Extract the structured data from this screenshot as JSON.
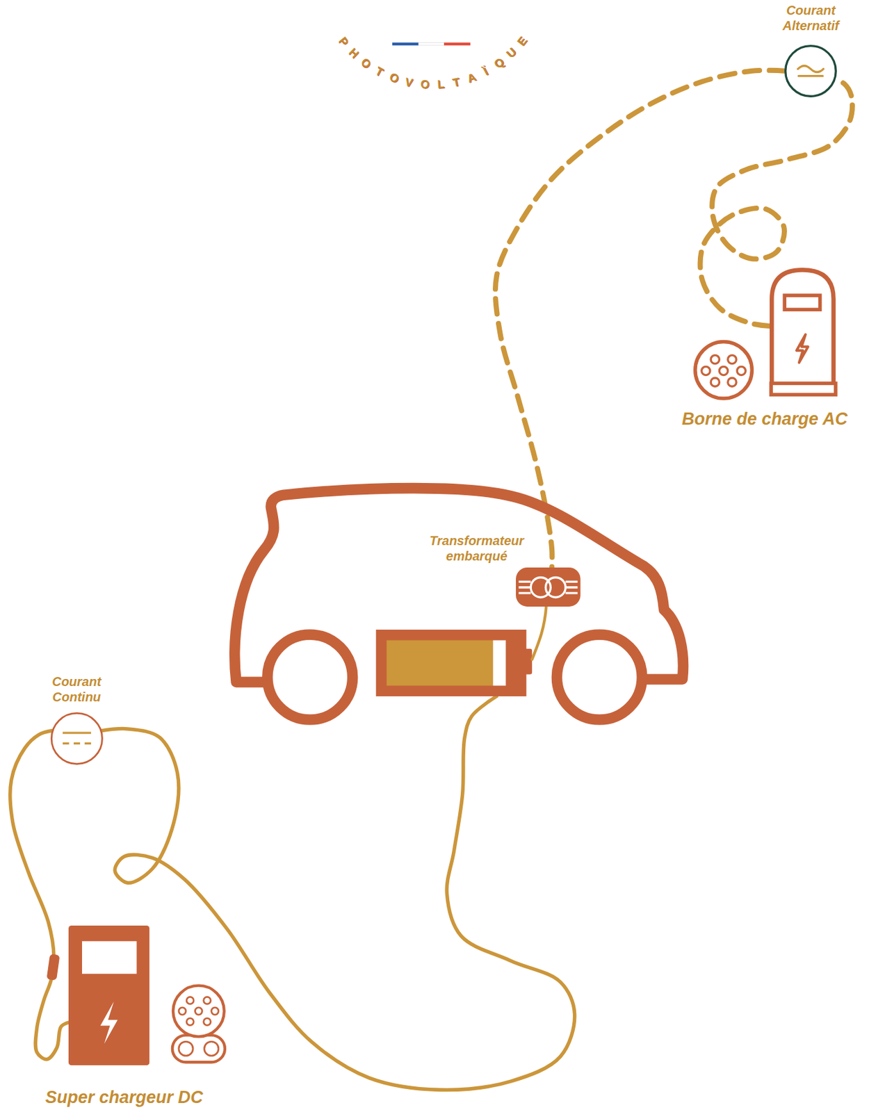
{
  "diagram": {
    "nodes": [
      {
        "text": [
          "Courant Alternatif"
        ]
      },
      {
        "text": [
          "Borne de charge AC"
        ]
      },
      {
        "text": [
          "Transformateur embarqué"
        ]
      },
      {
        "text": [
          "Courant Continu"
        ]
      },
      {
        "text": [
          "Super chargeur DC"
        ]
      }
    ],
    "edges": [
      {
        "from": 1,
        "to": 0,
        "arrow": "none"
      },
      {
        "from": 0,
        "to": 2,
        "arrow": "none"
      },
      {
        "from": 4,
        "to": 3,
        "arrow": "none"
      }
    ],
    "labels": [
      "PHOTOVOLTAÏQUE"
    ]
  }
}
